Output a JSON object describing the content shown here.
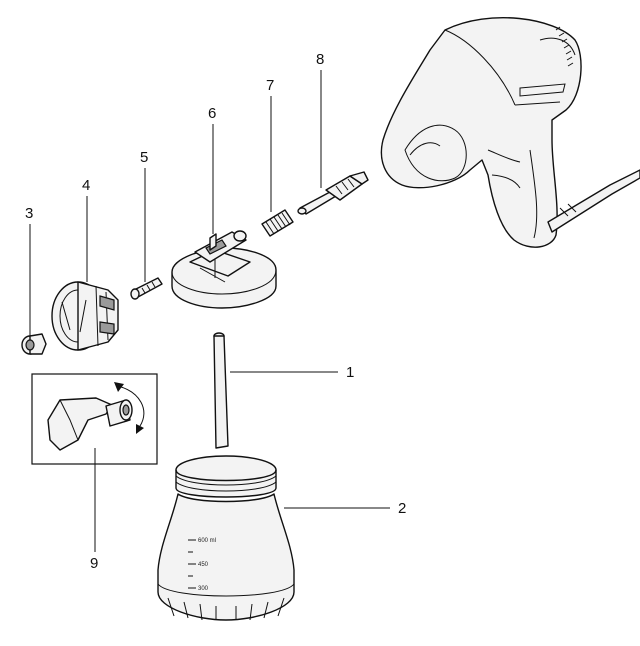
{
  "diagram": {
    "callouts": [
      "1",
      "2",
      "3",
      "4",
      "5",
      "6",
      "7",
      "8",
      "9"
    ],
    "container_graduations": {
      "top": "600 ml",
      "middle": "450",
      "bottom": "300"
    }
  }
}
